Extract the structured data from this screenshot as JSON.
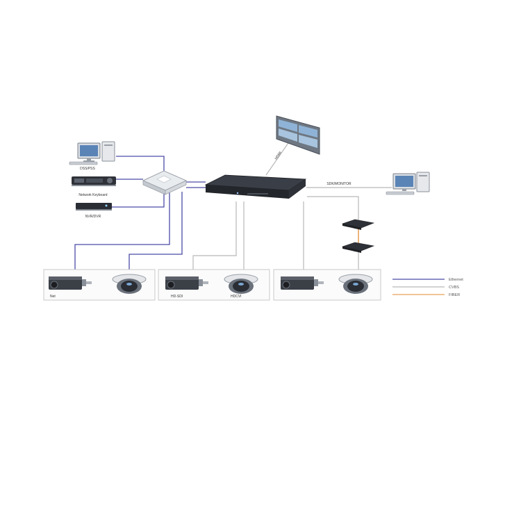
{
  "devices": {
    "pc_left_label": "DSS/PSS",
    "keyboard_label": "Network Keyboard",
    "recorder_label": "NVR/DVR",
    "video_wall_link_label": "HDMI",
    "pc_right_link_label": "SDK/MONITOR"
  },
  "camera_groups": [
    {
      "box_label": "Net",
      "dome_label": ""
    },
    {
      "box_label": "HD-SDI",
      "dome_label": "HDCVI"
    },
    {
      "box_label": "",
      "dome_label": ""
    }
  ],
  "legend": [
    {
      "label": "Ethernet",
      "color": "#4a4aa8"
    },
    {
      "label": "CVBS",
      "color": "#b8b8b8"
    },
    {
      "label": "FIBER",
      "color": "#e8a25a"
    }
  ],
  "colors": {
    "ethernet": "#4a4aa8",
    "coax": "#b8b8b8",
    "fiber": "#e8a25a",
    "device_dark": "#2a2d33",
    "panel_border": "#c8c8c8"
  }
}
